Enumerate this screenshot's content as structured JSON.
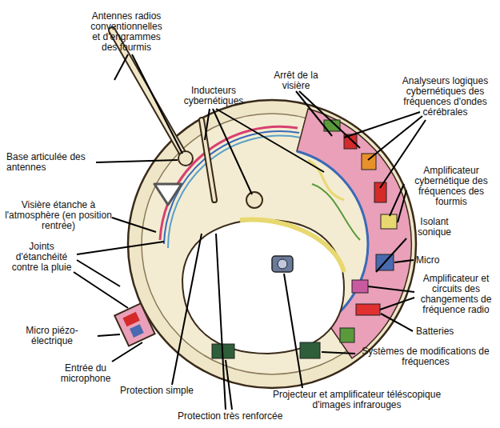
{
  "diagram": {
    "labels": [
      "Antennes radios conventionnelles et d'engrammes des fourmis",
      "Inducteurs cybernétiques",
      "Arrêt de la visière",
      "Analyseurs logiques cybernétiques des fréquences d'ondes cérébrales",
      "Base articulée des antennes",
      "Amplificateur cybernétique des fréquences des fourmis",
      "Visière étanche à l'atmosphère (en position rentrée)",
      "Isolant sonique",
      "Joints d'étanchéité contre la pluie",
      "Micro",
      "Amplificateur et circuits des changements de fréquence radio",
      "Batteries",
      "Micro piézo-électrique",
      "Systèmes de modifications de fréquences",
      "Entrée du microphone",
      "Protection simple",
      "Projecteur et amplificateur téléscopique d'images infrarouges",
      "Protection très renforcée"
    ]
  }
}
